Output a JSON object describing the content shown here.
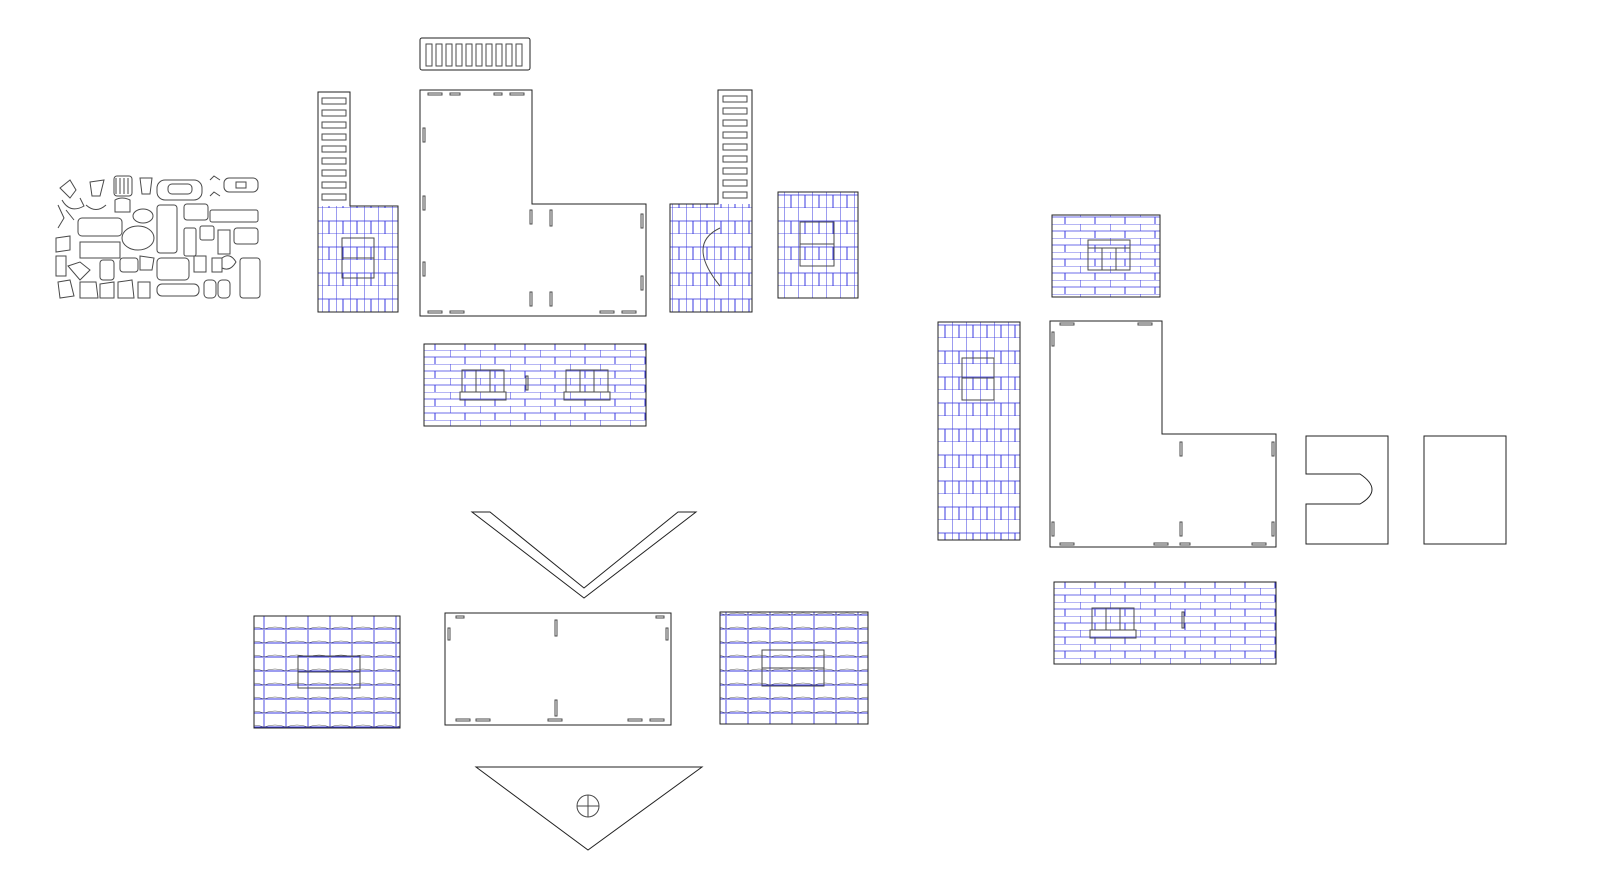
{
  "colors": {
    "cut_line": "#4a4a4a",
    "engrave_line": "#3a3ae0",
    "background": "#ffffff"
  },
  "parts": [
    {
      "id": "small-parts",
      "icon": "furniture-parts-icon"
    },
    {
      "id": "roof-rail"
    },
    {
      "id": "left-chimney-wall",
      "engraving": "brick-pattern-icon"
    },
    {
      "id": "floor-plate-l-shaped"
    },
    {
      "id": "right-chimney-wall",
      "engraving": "brick-pattern-icon"
    },
    {
      "id": "small-wall-window",
      "engraving": "brick-pattern-icon"
    },
    {
      "id": "front-wall-two-windows",
      "engraving": "brick-pattern-icon"
    },
    {
      "id": "roof-v-frame"
    },
    {
      "id": "roof-panel-left",
      "engraving": "tile-pattern-icon"
    },
    {
      "id": "floor-plate-rectangle"
    },
    {
      "id": "roof-panel-right",
      "engraving": "tile-pattern-icon"
    },
    {
      "id": "gable-triangle",
      "icon": "round-window-icon"
    },
    {
      "id": "side-wall-tall",
      "engraving": "brick-pattern-icon"
    },
    {
      "id": "top-wall-small",
      "engraving": "brick-pattern-icon"
    },
    {
      "id": "floor-plate-l-shaped-2"
    },
    {
      "id": "panel-u-cutout"
    },
    {
      "id": "panel-plain"
    },
    {
      "id": "back-wall-window",
      "engraving": "brick-pattern-icon"
    }
  ]
}
